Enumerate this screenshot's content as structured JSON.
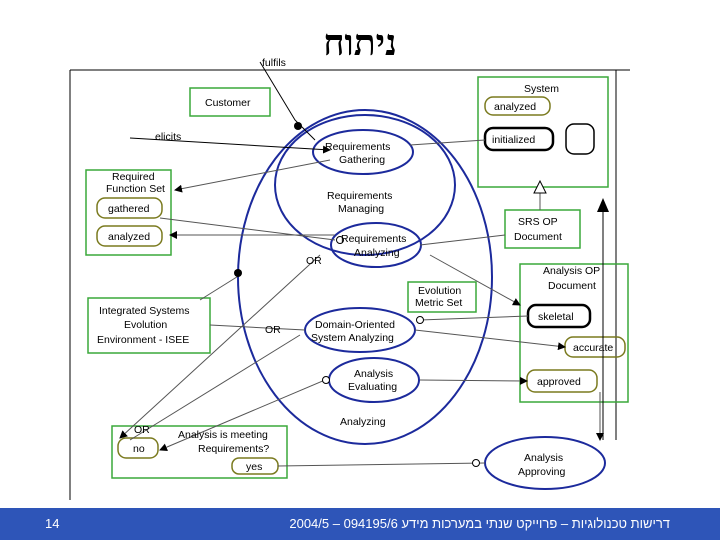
{
  "title": "ניתוח",
  "labels": {
    "fulfils": "fulfils",
    "customer": "Customer",
    "elicits": "elicits",
    "system": "System",
    "analyzed_state": "analyzed",
    "initialized": "initialized",
    "req_gathering_1": "Requirements",
    "req_gathering_2": "Gathering",
    "req_function_set_1": "Required",
    "req_function_set_2": "Function Set",
    "gathered": "gathered",
    "analyzed": "analyzed",
    "req_managing_1": "Requirements",
    "req_managing_2": "Managing",
    "srs_op_1": "SRS OP",
    "srs_op_2": "Document",
    "req_analyzing_1": "Requirements",
    "req_analyzing_2": "Analyzing",
    "or1": "OR",
    "analysis_op_1": "Analysis OP",
    "analysis_op_2": "Document",
    "evo_metric_1": "Evolution",
    "evo_metric_2": "Metric Set",
    "isee_1": "Integrated Systems",
    "isee_2": "Evolution",
    "isee_3": "Environment - ISEE",
    "skeletal": "skeletal",
    "dosa_1": "Domain-Oriented",
    "dosa_2": "System Analyzing",
    "or2": "OR",
    "accurate": "accurate",
    "analysis_eval_1": "Analysis",
    "analysis_eval_2": "Evaluating",
    "approved": "approved",
    "analyzing": "Analyzing",
    "or3": "OR",
    "meeting_1": "Analysis is meeting",
    "meeting_2": "Requirements?",
    "no": "no",
    "yes": "yes",
    "approving_1": "Analysis",
    "approving_2": "Approving"
  },
  "footer": {
    "page_number": "14",
    "text": "דרישות טכנולוגיות – פרוייקט שנתי במערכות מידע 094195/6 – 2004/5"
  },
  "colors": {
    "footer_bg": "#2e55b8",
    "process": "#1c2a9c",
    "object_border": "#3aa83a",
    "state_border": "#7a7a1e"
  }
}
